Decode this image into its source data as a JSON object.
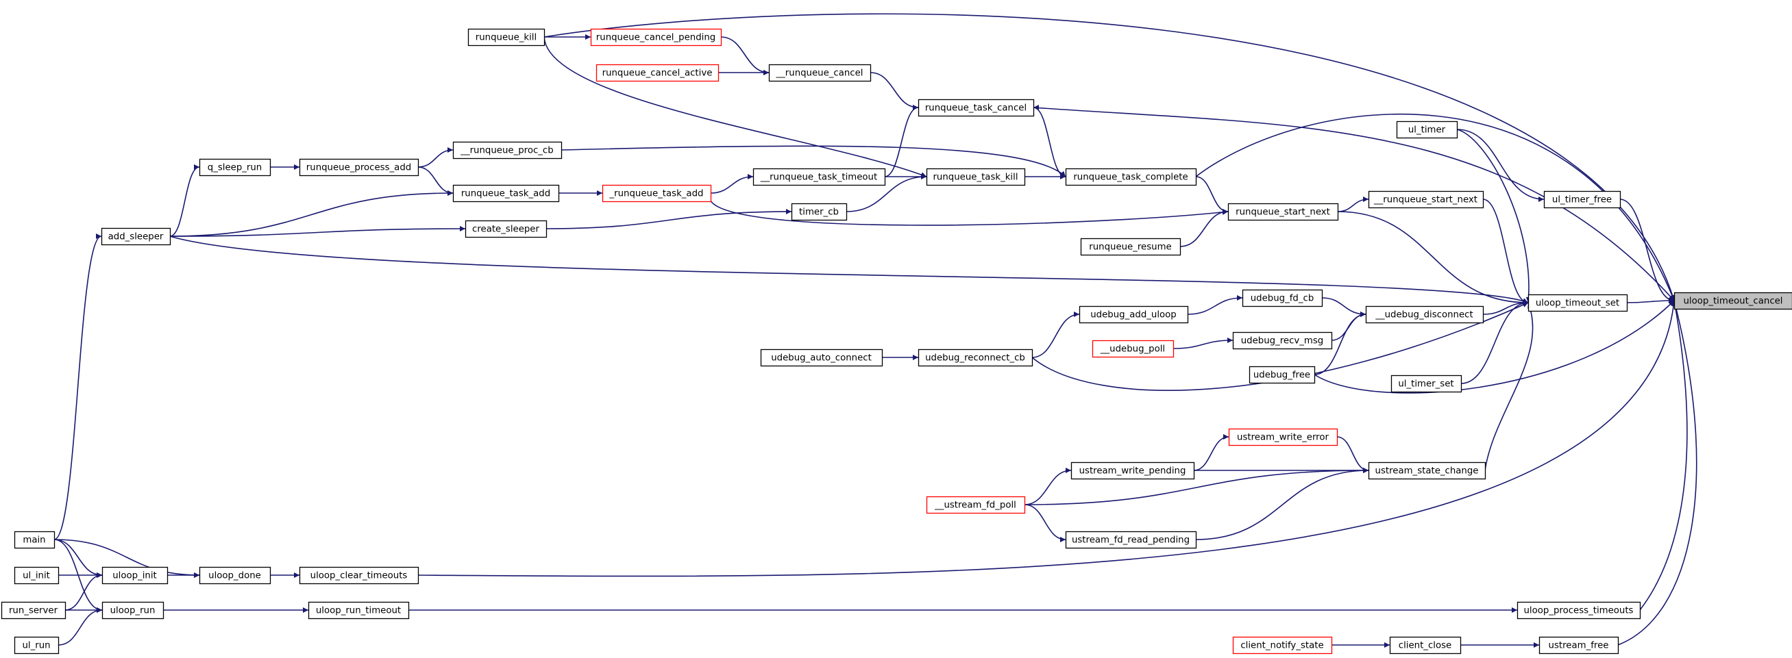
{
  "colors": {
    "edge": "#191970",
    "node_border": "#000000",
    "truncated_border": "#ff0000",
    "root_fill": "#bfbfbf"
  },
  "nodes": [
    {
      "id": "uloop_timeout_cancel",
      "label": "uloop_timeout_cancel",
      "style": "root"
    },
    {
      "id": "runqueue_kill",
      "label": "runqueue_kill",
      "style": "normal"
    },
    {
      "id": "runqueue_cancel_pending",
      "label": "runqueue_cancel_pending",
      "style": "truncated"
    },
    {
      "id": "runqueue_cancel_active",
      "label": "runqueue_cancel_active",
      "style": "truncated"
    },
    {
      "id": "__runqueue_cancel",
      "label": "__runqueue_cancel",
      "style": "normal"
    },
    {
      "id": "runqueue_task_cancel",
      "label": "runqueue_task_cancel",
      "style": "normal"
    },
    {
      "id": "q_sleep_run",
      "label": "q_sleep_run",
      "style": "normal"
    },
    {
      "id": "runqueue_process_add",
      "label": "runqueue_process_add",
      "style": "normal"
    },
    {
      "id": "__runqueue_proc_cb",
      "label": "__runqueue_proc_cb",
      "style": "normal"
    },
    {
      "id": "runqueue_task_add",
      "label": "runqueue_task_add",
      "style": "normal"
    },
    {
      "id": "_runqueue_task_add",
      "label": "_runqueue_task_add",
      "style": "truncated"
    },
    {
      "id": "__runqueue_task_timeout",
      "label": "__runqueue_task_timeout",
      "style": "normal"
    },
    {
      "id": "runqueue_task_kill",
      "label": "runqueue_task_kill",
      "style": "normal"
    },
    {
      "id": "runqueue_task_complete",
      "label": "runqueue_task_complete",
      "style": "normal"
    },
    {
      "id": "ul_timer",
      "label": "ul_timer",
      "style": "normal"
    },
    {
      "id": "ul_timer_free",
      "label": "ul_timer_free",
      "style": "normal"
    },
    {
      "id": "timer_cb",
      "label": "timer_cb",
      "style": "normal"
    },
    {
      "id": "add_sleeper",
      "label": "add_sleeper",
      "style": "normal"
    },
    {
      "id": "create_sleeper",
      "label": "create_sleeper",
      "style": "normal"
    },
    {
      "id": "runqueue_start_next",
      "label": "runqueue_start_next",
      "style": "normal"
    },
    {
      "id": "__runqueue_start_next",
      "label": "__runqueue_start_next",
      "style": "normal"
    },
    {
      "id": "runqueue_resume",
      "label": "runqueue_resume",
      "style": "normal"
    },
    {
      "id": "udebug_fd_cb",
      "label": "udebug_fd_cb",
      "style": "normal"
    },
    {
      "id": "udebug_add_uloop",
      "label": "udebug_add_uloop",
      "style": "normal"
    },
    {
      "id": "__udebug_disconnect",
      "label": "__udebug_disconnect",
      "style": "normal"
    },
    {
      "id": "uloop_timeout_set",
      "label": "uloop_timeout_set",
      "style": "normal"
    },
    {
      "id": "__udebug_poll",
      "label": "__udebug_poll",
      "style": "truncated"
    },
    {
      "id": "udebug_recv_msg",
      "label": "udebug_recv_msg",
      "style": "normal"
    },
    {
      "id": "udebug_auto_connect",
      "label": "udebug_auto_connect",
      "style": "normal"
    },
    {
      "id": "udebug_reconnect_cb",
      "label": "udebug_reconnect_cb",
      "style": "normal"
    },
    {
      "id": "udebug_free",
      "label": "udebug_free",
      "style": "normal"
    },
    {
      "id": "ul_timer_set",
      "label": "ul_timer_set",
      "style": "normal"
    },
    {
      "id": "ustream_write_error",
      "label": "ustream_write_error",
      "style": "truncated"
    },
    {
      "id": "ustream_write_pending",
      "label": "ustream_write_pending",
      "style": "normal"
    },
    {
      "id": "ustream_state_change",
      "label": "ustream_state_change",
      "style": "normal"
    },
    {
      "id": "__ustream_fd_poll",
      "label": "__ustream_fd_poll",
      "style": "truncated"
    },
    {
      "id": "ustream_fd_read_pending",
      "label": "ustream_fd_read_pending",
      "style": "normal"
    },
    {
      "id": "main",
      "label": "main",
      "style": "normal"
    },
    {
      "id": "ul_init",
      "label": "ul_init",
      "style": "normal"
    },
    {
      "id": "uloop_init",
      "label": "uloop_init",
      "style": "normal"
    },
    {
      "id": "uloop_done",
      "label": "uloop_done",
      "style": "normal"
    },
    {
      "id": "uloop_clear_timeouts",
      "label": "uloop_clear_timeouts",
      "style": "normal"
    },
    {
      "id": "run_server",
      "label": "run_server",
      "style": "normal"
    },
    {
      "id": "uloop_run",
      "label": "uloop_run",
      "style": "normal"
    },
    {
      "id": "uloop_run_timeout",
      "label": "uloop_run_timeout",
      "style": "normal"
    },
    {
      "id": "uloop_process_timeouts",
      "label": "uloop_process_timeouts",
      "style": "normal"
    },
    {
      "id": "ul_run",
      "label": "ul_run",
      "style": "normal"
    },
    {
      "id": "client_notify_state",
      "label": "client_notify_state",
      "style": "truncated"
    },
    {
      "id": "client_close",
      "label": "client_close",
      "style": "normal"
    },
    {
      "id": "ustream_free",
      "label": "ustream_free",
      "style": "normal"
    }
  ],
  "edges": [
    [
      "runqueue_kill",
      "uloop_timeout_cancel"
    ],
    [
      "runqueue_kill",
      "runqueue_cancel_pending"
    ],
    [
      "runqueue_cancel_pending",
      "__runqueue_cancel"
    ],
    [
      "runqueue_cancel_active",
      "__runqueue_cancel"
    ],
    [
      "__runqueue_cancel",
      "runqueue_task_cancel"
    ],
    [
      "runqueue_task_cancel",
      "uloop_timeout_cancel"
    ],
    [
      "runqueue_task_complete",
      "runqueue_task_cancel"
    ],
    [
      "__runqueue_task_timeout",
      "runqueue_task_cancel"
    ],
    [
      "runqueue_kill",
      "runqueue_task_kill"
    ],
    [
      "q_sleep_run",
      "runqueue_process_add"
    ],
    [
      "runqueue_process_add",
      "__runqueue_proc_cb"
    ],
    [
      "__runqueue_proc_cb",
      "runqueue_task_complete"
    ],
    [
      "runqueue_process_add",
      "runqueue_task_add"
    ],
    [
      "runqueue_task_add",
      "_runqueue_task_add"
    ],
    [
      "_runqueue_task_add",
      "__runqueue_task_timeout"
    ],
    [
      "__runqueue_task_timeout",
      "runqueue_task_kill"
    ],
    [
      "runqueue_task_kill",
      "runqueue_task_complete"
    ],
    [
      "runqueue_task_complete",
      "uloop_timeout_cancel"
    ],
    [
      "runqueue_task_complete",
      "runqueue_start_next"
    ],
    [
      "timer_cb",
      "runqueue_task_kill"
    ],
    [
      "create_sleeper",
      "timer_cb"
    ],
    [
      "add_sleeper",
      "q_sleep_run"
    ],
    [
      "add_sleeper",
      "runqueue_task_add"
    ],
    [
      "add_sleeper",
      "create_sleeper"
    ],
    [
      "add_sleeper",
      "uloop_timeout_set"
    ],
    [
      "_runqueue_task_add",
      "runqueue_start_next"
    ],
    [
      "runqueue_start_next",
      "__runqueue_start_next"
    ],
    [
      "runqueue_start_next",
      "uloop_timeout_set"
    ],
    [
      "runqueue_resume",
      "runqueue_start_next"
    ],
    [
      "__runqueue_start_next",
      "uloop_timeout_set"
    ],
    [
      "ul_timer",
      "uloop_timeout_set"
    ],
    [
      "ul_timer",
      "ul_timer_free"
    ],
    [
      "ul_timer_free",
      "uloop_timeout_cancel"
    ],
    [
      "udebug_add_uloop",
      "udebug_fd_cb"
    ],
    [
      "udebug_fd_cb",
      "__udebug_disconnect"
    ],
    [
      "udebug_recv_msg",
      "__udebug_disconnect"
    ],
    [
      "__udebug_poll",
      "udebug_recv_msg"
    ],
    [
      "udebug_free",
      "__udebug_disconnect"
    ],
    [
      "__udebug_disconnect",
      "uloop_timeout_set"
    ],
    [
      "udebug_auto_connect",
      "udebug_reconnect_cb"
    ],
    [
      "udebug_reconnect_cb",
      "udebug_add_uloop"
    ],
    [
      "udebug_reconnect_cb",
      "uloop_timeout_set"
    ],
    [
      "udebug_free",
      "uloop_timeout_cancel"
    ],
    [
      "ul_timer_set",
      "uloop_timeout_set"
    ],
    [
      "uloop_timeout_set",
      "uloop_timeout_cancel"
    ],
    [
      "ustream_write_pending",
      "ustream_write_error"
    ],
    [
      "ustream_write_error",
      "ustream_state_change"
    ],
    [
      "ustream_write_pending",
      "ustream_state_change"
    ],
    [
      "__ustream_fd_poll",
      "ustream_write_pending"
    ],
    [
      "__ustream_fd_poll",
      "ustream_state_change"
    ],
    [
      "__ustream_fd_poll",
      "ustream_fd_read_pending"
    ],
    [
      "ustream_fd_read_pending",
      "ustream_state_change"
    ],
    [
      "ustream_state_change",
      "uloop_timeout_set"
    ],
    [
      "main",
      "add_sleeper"
    ],
    [
      "main",
      "uloop_init"
    ],
    [
      "main",
      "uloop_done"
    ],
    [
      "main",
      "uloop_run"
    ],
    [
      "ul_init",
      "uloop_init"
    ],
    [
      "run_server",
      "uloop_init"
    ],
    [
      "run_server",
      "uloop_run"
    ],
    [
      "ul_run",
      "uloop_run"
    ],
    [
      "uloop_init",
      "uloop_done"
    ],
    [
      "uloop_done",
      "uloop_clear_timeouts"
    ],
    [
      "uloop_clear_timeouts",
      "uloop_timeout_cancel"
    ],
    [
      "uloop_run",
      "uloop_run_timeout"
    ],
    [
      "uloop_run_timeout",
      "uloop_process_timeouts"
    ],
    [
      "uloop_process_timeouts",
      "uloop_timeout_cancel"
    ],
    [
      "client_notify_state",
      "client_close"
    ],
    [
      "client_close",
      "ustream_free"
    ],
    [
      "ustream_free",
      "uloop_timeout_cancel"
    ]
  ]
}
